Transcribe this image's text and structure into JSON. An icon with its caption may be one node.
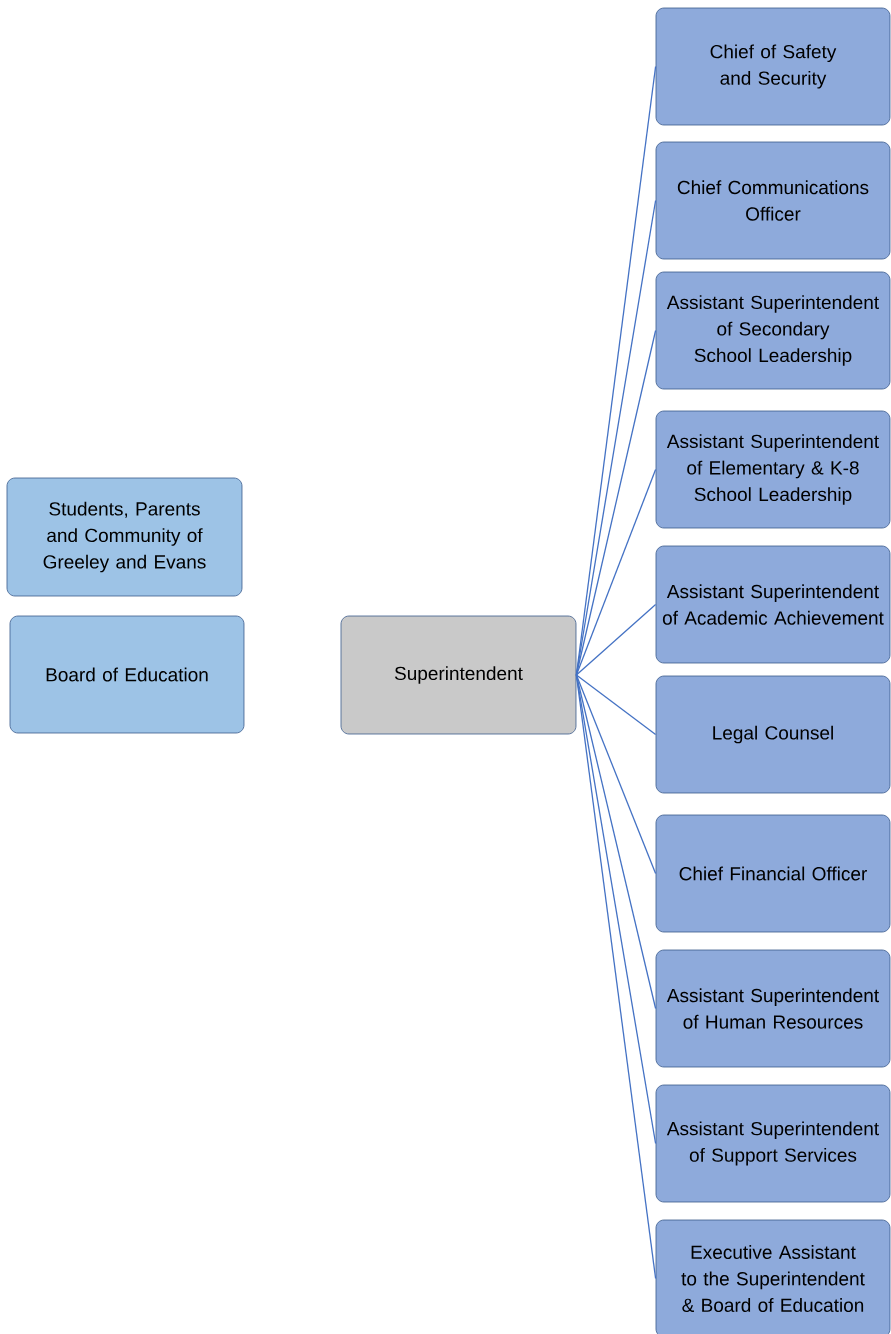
{
  "diagram": {
    "nodes": [
      {
        "text": [
          "Students, Parents and Community of Greeley and Evans"
        ]
      },
      {
        "text": [
          "Board of Education"
        ]
      },
      {
        "text": [
          "Superintendent"
        ]
      },
      {
        "text": [
          "Chief of Safety and Security"
        ]
      },
      {
        "text": [
          "Chief Communications Officer"
        ]
      },
      {
        "text": [
          "Assistant Superintendent of Secondary School Leadership"
        ]
      },
      {
        "text": [
          "Assistant Superintendent of Elementary & K-8 School Leadership"
        ]
      },
      {
        "text": [
          "Assistant Superintendent of Academic Achievement"
        ]
      },
      {
        "text": [
          "Legal Counsel"
        ]
      },
      {
        "text": [
          "Chief Financial Officer"
        ]
      },
      {
        "text": [
          "Assistant Superintendent of Human Resources"
        ]
      },
      {
        "text": [
          "Assistant Superintendent of Support Services"
        ]
      },
      {
        "text": [
          "Executive Assistant to the Superintendent & Board of Education"
        ]
      }
    ],
    "edges": [
      {
        "from": 2,
        "to": 3,
        "arrow": "none"
      },
      {
        "from": 2,
        "to": 4,
        "arrow": "none"
      },
      {
        "from": 2,
        "to": 5,
        "arrow": "none"
      },
      {
        "from": 2,
        "to": 6,
        "arrow": "none"
      },
      {
        "from": 2,
        "to": 7,
        "arrow": "none"
      },
      {
        "from": 2,
        "to": 8,
        "arrow": "none"
      },
      {
        "from": 2,
        "to": 9,
        "arrow": "none"
      },
      {
        "from": 2,
        "to": 10,
        "arrow": "none"
      },
      {
        "from": 2,
        "to": 11,
        "arrow": "none"
      },
      {
        "from": 2,
        "to": 12,
        "arrow": "none"
      }
    ]
  }
}
